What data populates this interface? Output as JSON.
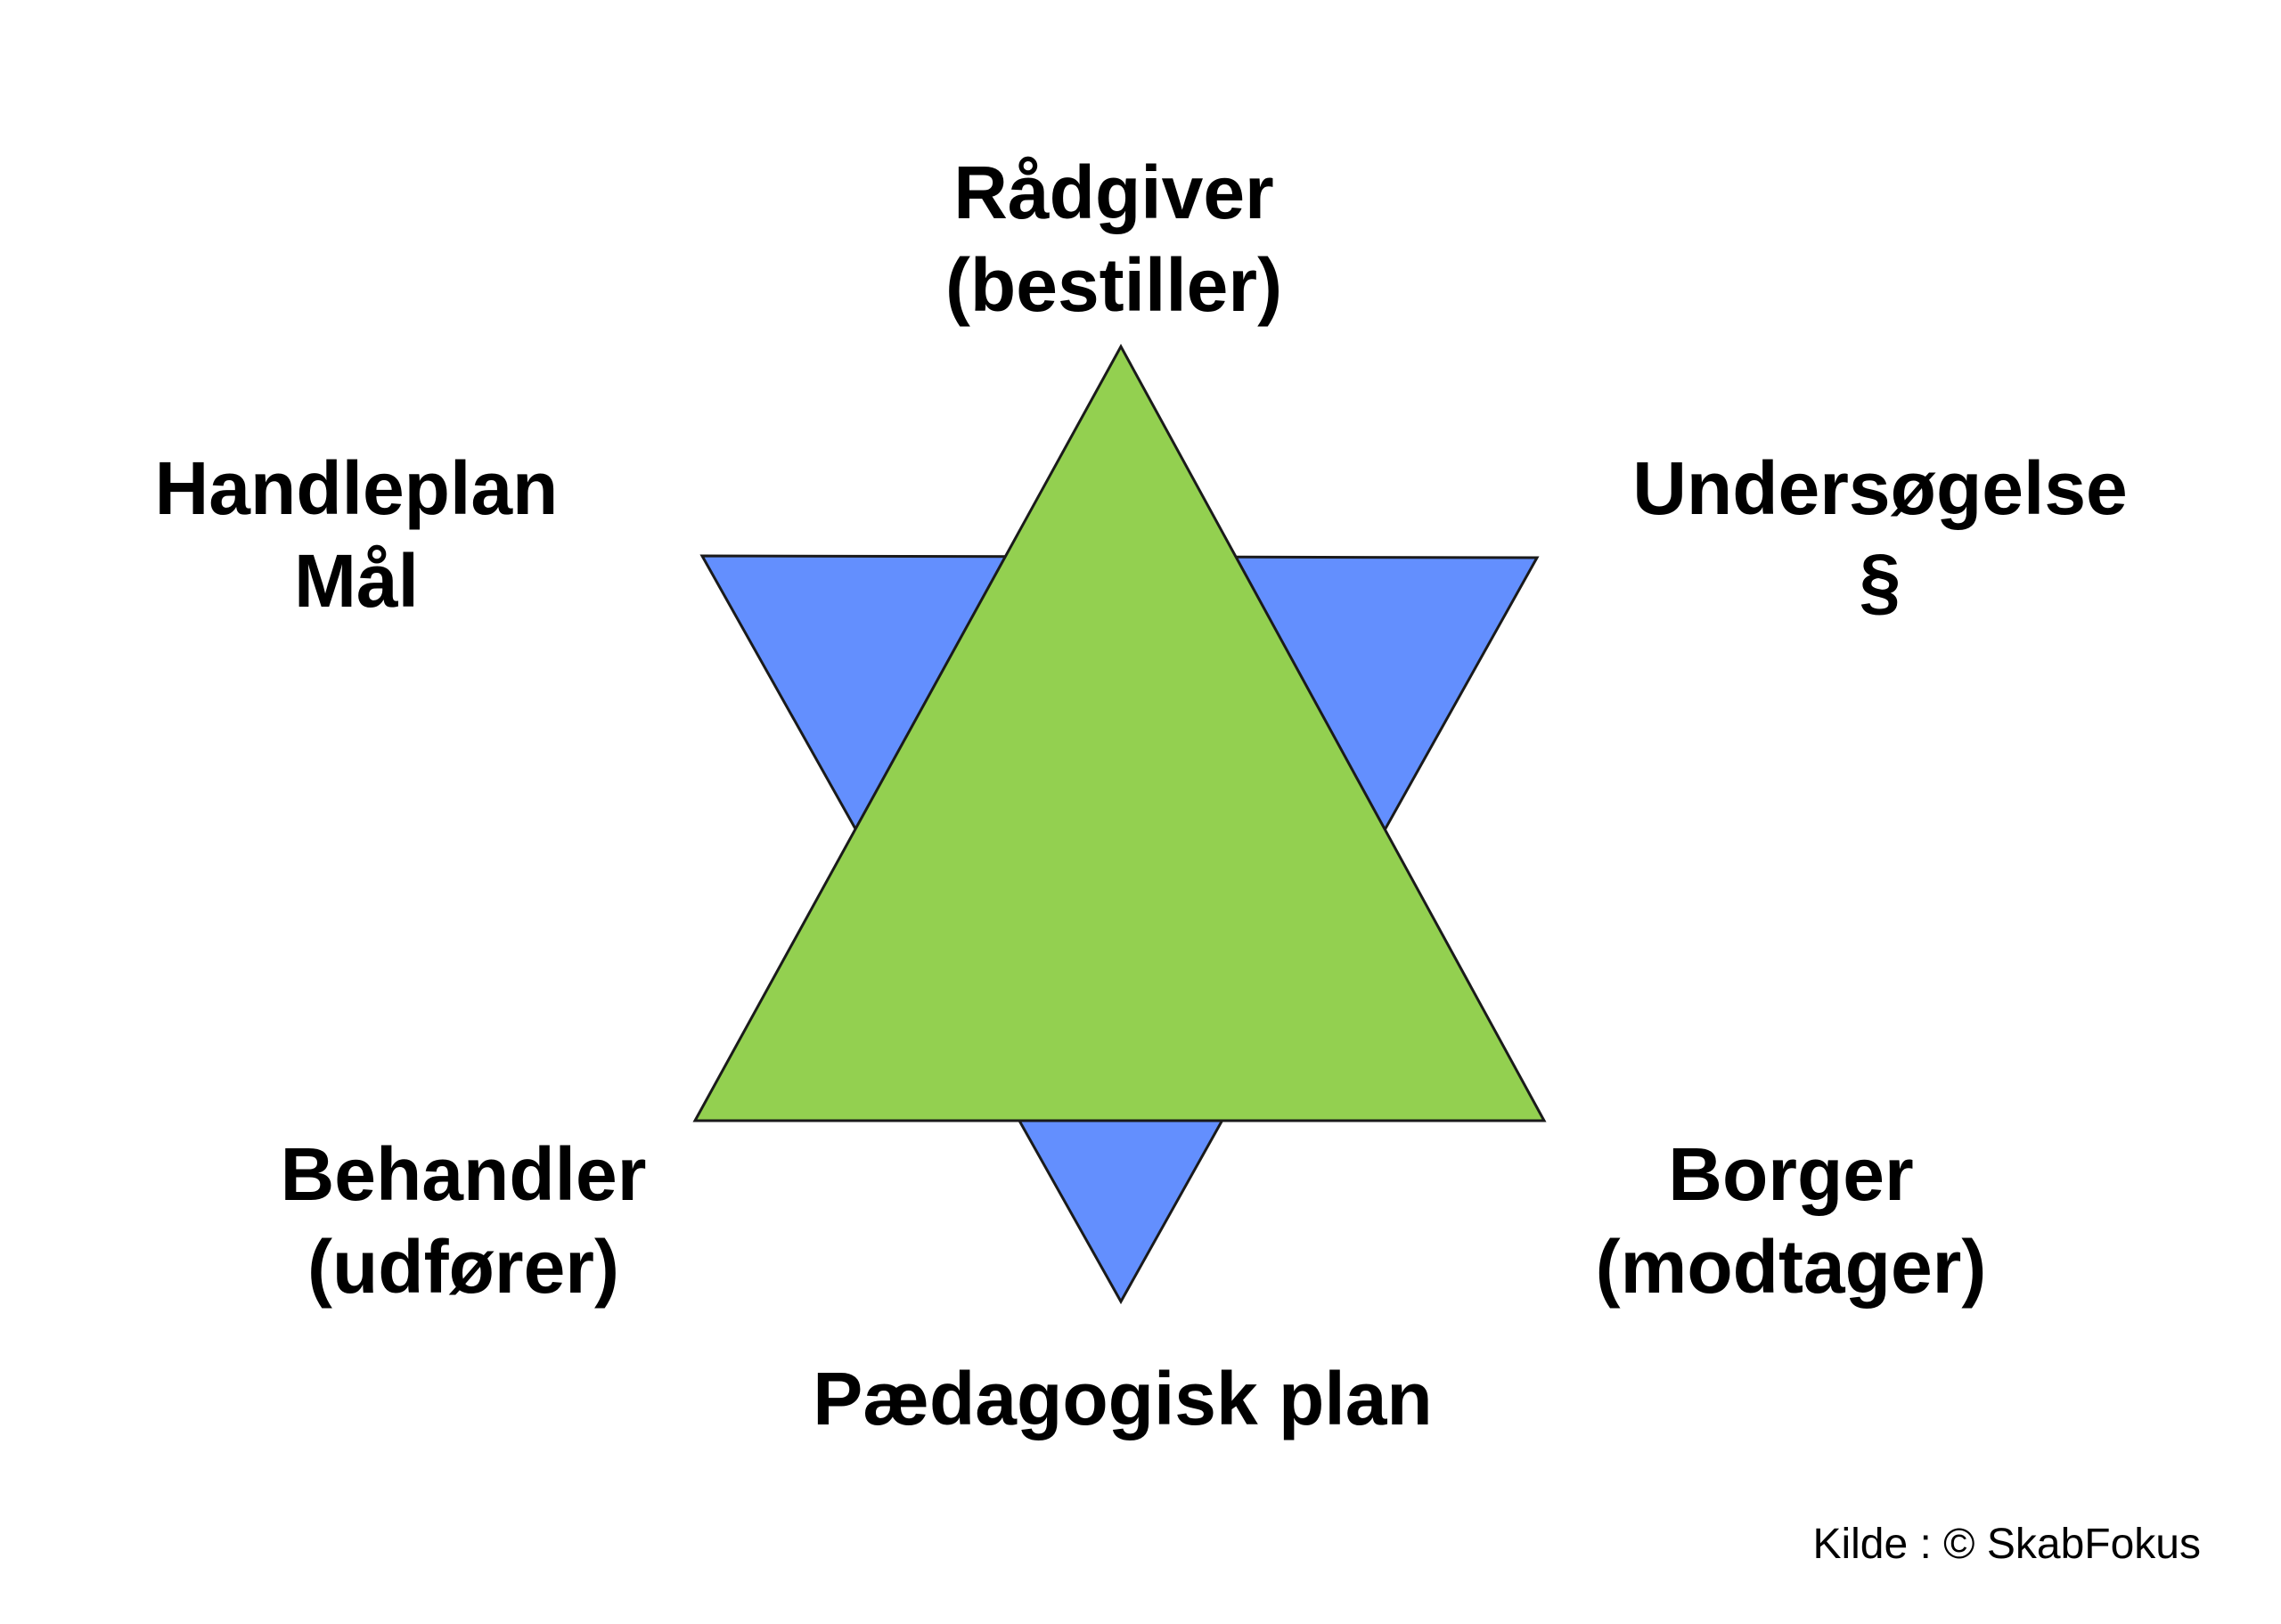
{
  "colors": {
    "background": "#ffffff",
    "down_triangle_fill": "#638ffe",
    "up_triangle_fill": "#93d050",
    "outline": "#1a1a1a",
    "text": "#000000"
  },
  "labels": {
    "top": {
      "line1": "Rådgiver",
      "line2": "(bestiller)"
    },
    "top_left": {
      "line1": "Handleplan",
      "line2": "Mål"
    },
    "top_right": {
      "line1": "Undersøgelse",
      "line2": "§"
    },
    "bottom_left": {
      "line1": "Behandler",
      "line2": "(udfører)"
    },
    "bottom_right": {
      "line1": "Borger",
      "line2": "(modtager)"
    },
    "bottom": "Pædagogisk plan"
  },
  "source_credit": "Kilde : © SkabFokus"
}
